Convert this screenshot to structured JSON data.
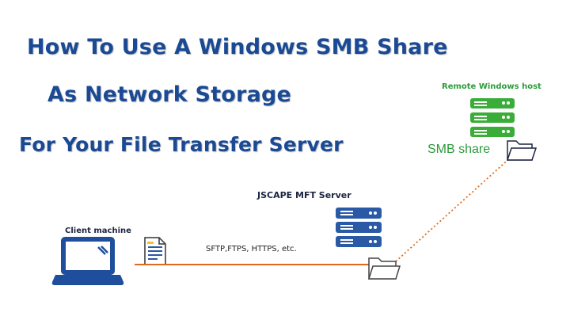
{
  "title": {
    "line1": "How To Use A Windows SMB Share",
    "line2": "As Network Storage",
    "line3": "For Your File Transfer Server"
  },
  "nodes": {
    "client": "Client machine",
    "mft": "JSCAPE MFT Server",
    "remote": "Remote Windows host",
    "share": "SMB share"
  },
  "connection": {
    "protocols": "SFTP,FTPS, HTTPS, etc."
  },
  "colors": {
    "title": "#1b4a95",
    "client_icon": "#1f4e9c",
    "mft_server": "#2a5aa6",
    "remote_server": "#3aac38",
    "share_label": "#2b9b3a",
    "transfer_line": "#e06a1c"
  }
}
